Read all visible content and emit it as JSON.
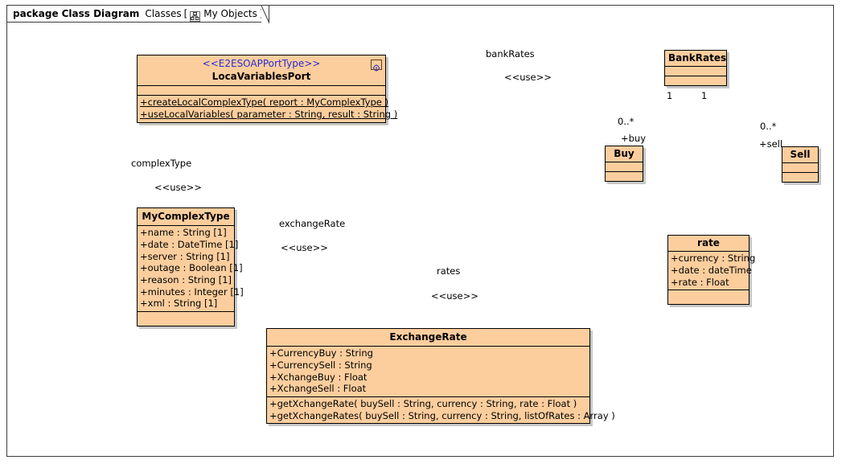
{
  "frame": {
    "keyword": "package",
    "diagram_name": "Class Diagram",
    "package_label": "Classes",
    "bracket_open": "[",
    "bracket_close": "]",
    "scope_name": "My Objects",
    "scope_icon": "package-tree-icon"
  },
  "colors": {
    "class_fill": "#FCCE9E",
    "class_border": "#000000",
    "stereotype_text": "#2b2bd0",
    "line": "#5a5a5a",
    "frame_border": "#3b3b3b",
    "background": "#ffffff"
  },
  "classes": {
    "port": {
      "stereotype": "<<E2ESOAPPortType>>",
      "name": "LocaVariablesPort",
      "attributes": [],
      "operations": [
        "+createLocalComplexType( report : MyComplexType )",
        "+useLocalVariables( parameter : String, result : String )"
      ],
      "icon": "interface-port-icon"
    },
    "mycomplextype": {
      "name": "MyComplexType",
      "attributes": [
        "+name : String [1]",
        "+date : DateTime [1]",
        "+server : String [1]",
        "+outage : Boolean [1]",
        "+reason : String [1]",
        "+minutes : Integer [1]",
        "+xml : String [1]"
      ],
      "operations": []
    },
    "exchangerate": {
      "name": "ExchangeRate",
      "attributes": [
        "+CurrencyBuy : String",
        "+CurrencySell : String",
        "+XchangeBuy : Float",
        "+XchangeSell : Float"
      ],
      "operations": [
        "+getXchangeRate( buySell : String, currency : String, rate : Float )",
        "+getXchangeRates( buySell : String, currency : String, listOfRates : Array )"
      ]
    },
    "bankrates": {
      "name": "BankRates",
      "attributes": [],
      "operations": []
    },
    "buy": {
      "name": "Buy",
      "attributes": [],
      "operations": []
    },
    "sell": {
      "name": "Sell",
      "attributes": [],
      "operations": []
    },
    "rate": {
      "name": "rate",
      "attributes": [
        "+currency : String",
        "+date : dateTime",
        "+rate : Float"
      ],
      "operations": []
    }
  },
  "relationships": {
    "bankrates_use": {
      "label": "bankRates",
      "stereotype": "<<use>>",
      "kind": "dependency"
    },
    "rates_use": {
      "label": "rates",
      "stereotype": "<<use>>",
      "kind": "dependency"
    },
    "complextype_use": {
      "label": "complexType",
      "stereotype": "<<use>>",
      "kind": "dependency"
    },
    "exchangerate_use": {
      "label": "exchangeRate",
      "stereotype": "<<use>>",
      "kind": "dependency"
    },
    "bankrates_buy": {
      "source_multiplicity": "1",
      "target_multiplicity": "0..*",
      "target_role": "+buy",
      "kind": "composition"
    },
    "bankrates_sell": {
      "source_multiplicity": "1",
      "target_multiplicity": "0..*",
      "target_role": "+sell",
      "kind": "composition"
    },
    "buy_rate": {
      "kind": "generalization"
    },
    "sell_rate": {
      "kind": "generalization"
    }
  }
}
